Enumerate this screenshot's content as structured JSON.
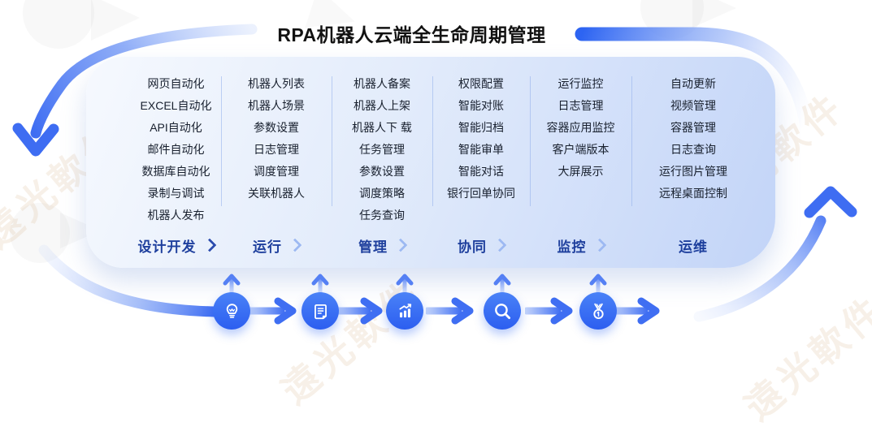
{
  "title": "RPA机器人云端全生命周期管理",
  "watermark_text": "遠光軟件",
  "panel": {
    "columns": [
      {
        "category": "设计开发",
        "items": [
          "网页自动化",
          "EXCEL自动化",
          "API自动化",
          "邮件自动化",
          "数据库自动化",
          "录制与调试",
          "机器人发布"
        ]
      },
      {
        "category": "运行",
        "items": [
          "机器人列表",
          "机器人场景",
          "参数设置",
          "日志管理",
          "调度管理",
          "关联机器人"
        ]
      },
      {
        "category": "管理",
        "items": [
          "机器人备案",
          "机器人上架",
          "机器人下 载",
          "任务管理",
          "参数设置",
          "调度策略",
          "任务查询"
        ]
      },
      {
        "category": "协同",
        "items": [
          "权限配置",
          "智能对账",
          "智能归档",
          "智能审单",
          "智能对话",
          "银行回单协同"
        ]
      },
      {
        "category": "监控",
        "items": [
          "运行监控",
          "日志管理",
          "容器应用监控",
          "客户端版本",
          "大屏展示"
        ]
      },
      {
        "category": "运维",
        "items": [
          "自动更新",
          "视频管理",
          "容器管理",
          "日志查询",
          "运行图片管理",
          "远程桌面控制"
        ]
      }
    ]
  },
  "flow": {
    "icons": [
      "lightbulb-icon",
      "document-icon",
      "growth-chart-icon",
      "magnifier-icon",
      "medal-icon"
    ]
  },
  "colors": {
    "accent_blue": "#2f66f2",
    "panel_gradient_start": "#f6f9fe",
    "panel_gradient_end": "#c2d4f8",
    "category_text": "#1e3f9d",
    "item_text": "#18202e",
    "icon_circle": "#2c5ef0"
  }
}
